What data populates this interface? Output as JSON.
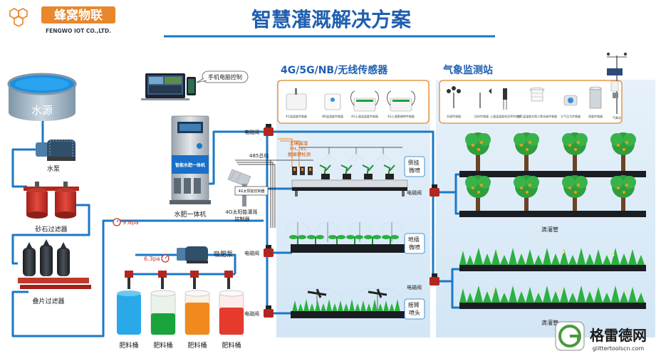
{
  "logo": {
    "brand_cn": "蜂窝物联",
    "brand_en": "FENGWO IOT CO.,LTD."
  },
  "title": "智慧灌溉解决方案",
  "sections": {
    "sensors": "4G/5G/NB/无线传感器",
    "weather": "气象监测站"
  },
  "left": {
    "water_source": "水源",
    "pump": "水泵",
    "sand_filter": "砂石过滤器",
    "disc_filter": "叠片过滤器",
    "pressure_main": "9.8pa",
    "pressure_fert": "6.3pa",
    "suction_pump": "吸肥泵",
    "tanks": [
      "肥料桶",
      "肥料桶",
      "肥料桶",
      "肥料桶"
    ]
  },
  "center": {
    "phone_control": "手机电脑控制",
    "machine_label": "水肥一体机",
    "machine_screen": "智能水肥一体机",
    "solar_label": "4G太阳能灌溉\n控制器",
    "solar_small": "4G太阳能控制器",
    "line_485": "485总线",
    "soil_sensor": "土壤温湿\nPH、EC\n氮磷钾检测"
  },
  "valves": {
    "solenoid": "电磁阀"
  },
  "sensor_items": [
    "4G温湿度传感器",
    "NB温湿度传感器",
    "4G土壤温湿度传感器",
    "4G土壤氮磷钾传感器"
  ],
  "weather_items": [
    "风速传感器",
    "风向传感器",
    "土壤温湿度电导率传感器",
    "空气温湿度光照二氧化碳传感器",
    "大气压力传感器",
    "雨量传感器",
    "气象站"
  ],
  "zones": {
    "side_spray": "侧挂\n微喷",
    "ground_spray": "地插\n微喷",
    "rocker": "摇臂\n喷头",
    "drip_1": "滴灌管",
    "drip_2": "滴灌管"
  },
  "watermark": {
    "cn": "格雷德网",
    "url": "glittertoolscn.com"
  },
  "colors": {
    "pipe": "#1a78c8",
    "title": "#1f5fb0",
    "accent_orange": "#e8872b",
    "panel": "#dcebf7",
    "valve_red": "#c0392b"
  }
}
